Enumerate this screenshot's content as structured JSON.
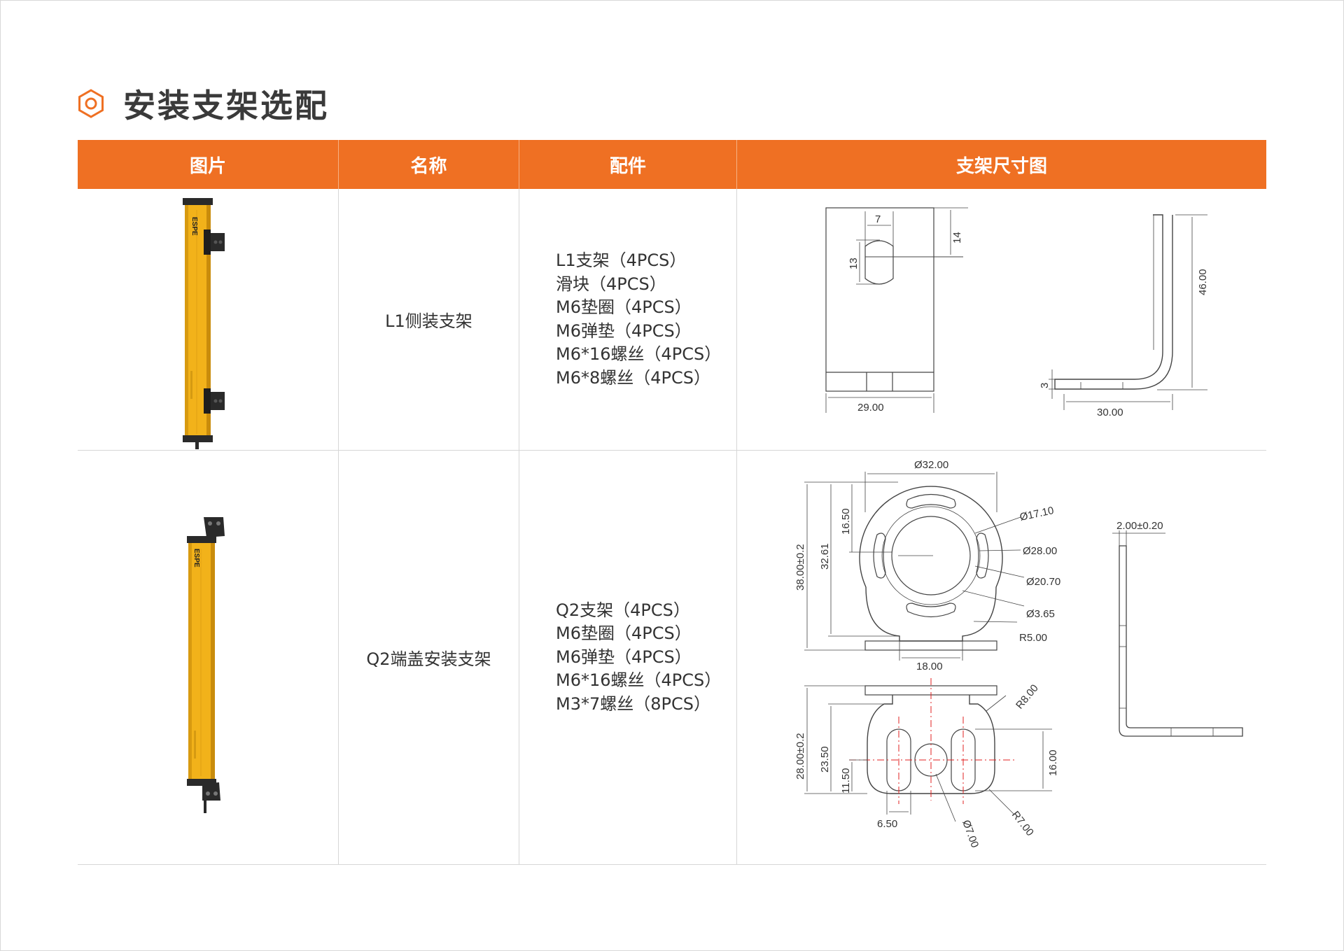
{
  "page": {
    "title": "安装支架选配"
  },
  "table": {
    "headers": [
      "图片",
      "名称",
      "配件",
      "支架尺寸图"
    ],
    "rows": [
      {
        "name": "L1侧装支架",
        "parts": [
          "L1支架（4PCS）",
          "滑块（4PCS）",
          "M6垫圈（4PCS）",
          "M6弹垫（4PCS）",
          "M6*16螺丝（4PCS）",
          "M6*8螺丝（4PCS）"
        ],
        "product_logo": "ESPE",
        "dimensions": {
          "front": {
            "slot_width": "7",
            "slot_height": "13",
            "top_offset": "14",
            "width": "29.00"
          },
          "side": {
            "thickness": "3",
            "height": "46.00",
            "length": "30.00"
          }
        }
      },
      {
        "name": "Q2端盖安装支架",
        "parts": [
          "Q2支架（4PCS）",
          "M6垫圈（4PCS）",
          "M6弹垫（4PCS）",
          "M6*16螺丝（4PCS）",
          "M3*7螺丝（8PCS）"
        ],
        "product_logo": "ESPE",
        "dimensions": {
          "top": {
            "outer_dia": "Ø32.00",
            "h1": "16.50",
            "h2": "32.61",
            "h3": "38.00±0.2",
            "d1": "Ø17.10",
            "d2": "Ø28.00",
            "d3": "Ø20.70",
            "d4": "Ø3.65",
            "r": "R5.00",
            "w": "18.00"
          },
          "bottom": {
            "h1": "28.00±0.2",
            "h2": "23.50",
            "h3": "11.50",
            "w": "6.50",
            "hole": "Ø7.00",
            "r1": "R8.00",
            "r2": "R7.00",
            "slot_h": "16.00"
          },
          "side": {
            "thickness": "2.00±0.20"
          }
        }
      }
    ]
  },
  "colors": {
    "accent": "#ef7023",
    "product_body": "#f2b21a",
    "bracket": "#2a2a2a",
    "centerline": "#e02020"
  },
  "icons": {
    "heading": "hexagon-nut-icon"
  }
}
